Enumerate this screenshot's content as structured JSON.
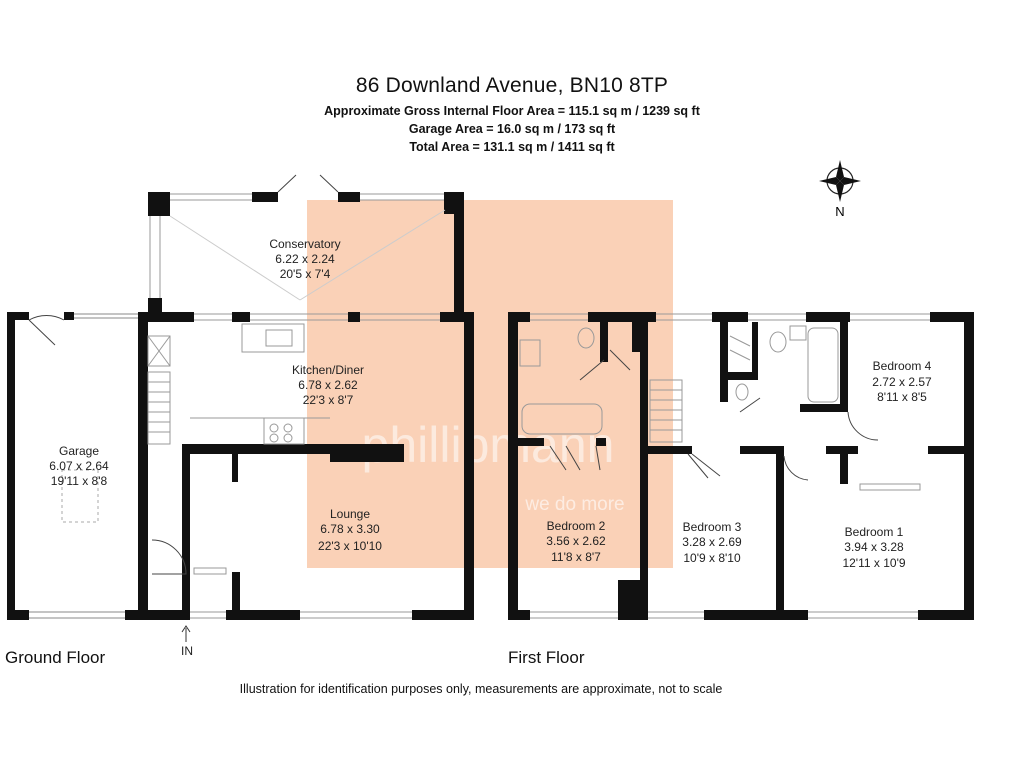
{
  "header": {
    "title": "86 Downland Avenue, BN10 8TP",
    "gross_area": "Approximate Gross Internal Floor Area = 115.1 sq m / 1239 sq ft",
    "garage_area": "Garage  Area = 16.0 sq m / 173 sq ft",
    "total_area": "Total Area = 131.1 sq m / 1411 sq ft"
  },
  "compass": {
    "label": "N"
  },
  "floors": {
    "ground": "Ground Floor",
    "first": "First Floor"
  },
  "entrance": "IN",
  "rooms": {
    "conservatory": {
      "name": "Conservatory",
      "metric": "6.22 x 2.24",
      "imperial": "20'5 x 7'4"
    },
    "kitchen": {
      "name": "Kitchen/Diner",
      "metric": "6.78 x 2.62",
      "imperial": "22'3 x 8'7"
    },
    "garage": {
      "name": "Garage",
      "metric": "6.07 x 2.64",
      "imperial": "19'11 x 8'8"
    },
    "lounge": {
      "name": "Lounge",
      "metric": "6.78 x 3.30",
      "imperial": "22'3 x 10'10"
    },
    "bedroom1": {
      "name": "Bedroom 1",
      "metric": "3.94 x 3.28",
      "imperial": "12'11 x 10'9"
    },
    "bedroom2": {
      "name": "Bedroom 2",
      "metric": "3.56 x 2.62",
      "imperial": "11'8 x 8'7"
    },
    "bedroom3": {
      "name": "Bedroom 3",
      "metric": "3.28 x 2.69",
      "imperial": "10'9 x 8'10"
    },
    "bedroom4": {
      "name": "Bedroom 4",
      "metric": "2.72 x 2.57",
      "imperial": "8'11 x 8'5"
    }
  },
  "watermark": {
    "brand": "phillipmann",
    "tagline": "we do more",
    "color": "#f2b48e"
  },
  "disclaimer": "Illustration for identification purposes only, measurements are approximate, not to scale"
}
